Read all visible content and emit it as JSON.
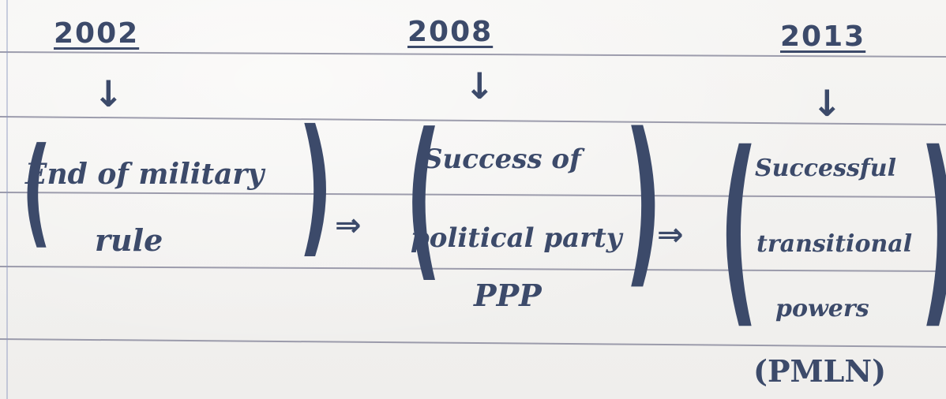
{
  "years": [
    "2002",
    "2008",
    "2013"
  ],
  "arrows": {
    "down": "↓",
    "implies": "⇒"
  },
  "events": [
    {
      "line1": "End of military",
      "line2": "rule"
    },
    {
      "line1": "Success of",
      "line2": "political party",
      "line3": "PPP"
    },
    {
      "line1": "Successful",
      "line2": "transitional",
      "line3": "powers",
      "line4": "(PMLN)"
    }
  ],
  "colors": {
    "ink": "#3c4a6a",
    "paper": "#f4f3f1",
    "rule_line": "#7f7f95"
  }
}
